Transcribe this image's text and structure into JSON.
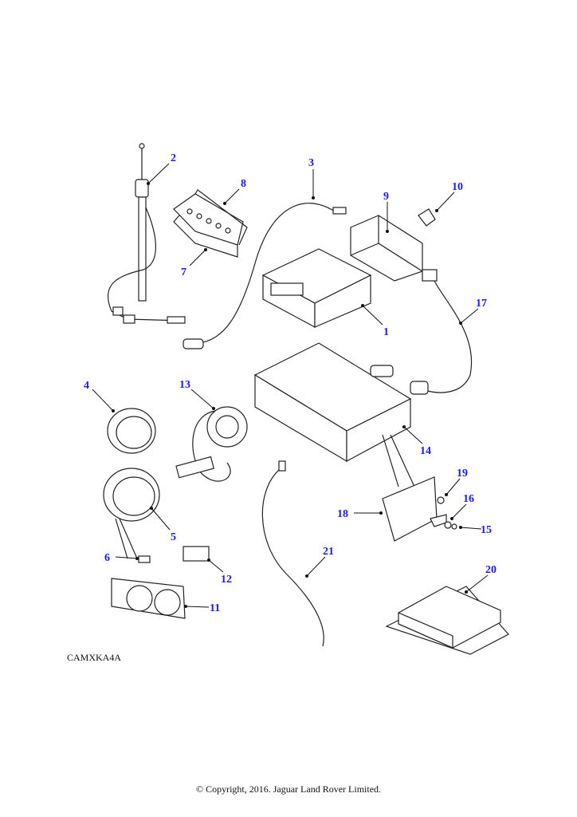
{
  "diagram": {
    "reference_code": "CAMXKA4A",
    "copyright": "© Copyright, 2016. Jaguar Land Rover Limited.",
    "callout_color": "#1a1aff",
    "callouts": [
      "1",
      "2",
      "3",
      "4",
      "5",
      "6",
      "7",
      "8",
      "9",
      "10",
      "11",
      "12",
      "13",
      "14",
      "15",
      "16",
      "17",
      "18",
      "19",
      "20",
      "21"
    ]
  }
}
